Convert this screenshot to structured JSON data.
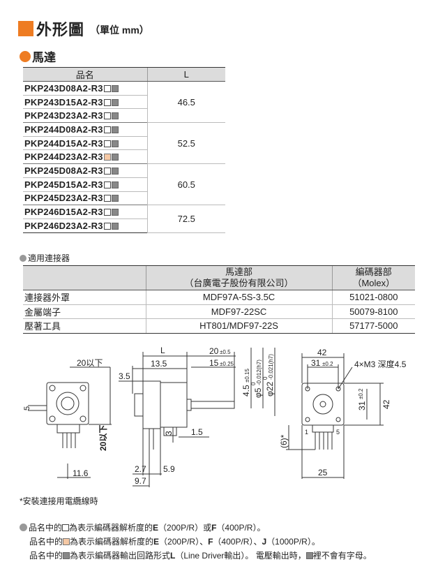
{
  "header": {
    "title": "外形圖",
    "unit": "（單位 mm）"
  },
  "motor_section": {
    "label": "馬達"
  },
  "motor_table": {
    "col_name": "品名",
    "col_l": "L",
    "rows": [
      {
        "name": "PKP243D08A2-R3",
        "l": "46.5",
        "mark": "w"
      },
      {
        "name": "PKP243D15A2-R3",
        "l": "",
        "mark": "w"
      },
      {
        "name": "PKP243D23A2-R3",
        "l": "",
        "mark": "w"
      },
      {
        "name": "PKP244D08A2-R3",
        "l": "52.5",
        "mark": "w"
      },
      {
        "name": "PKP244D15A2-R3",
        "l": "",
        "mark": "w"
      },
      {
        "name": "PKP244D23A2-R3",
        "l": "",
        "mark": "o"
      },
      {
        "name": "PKP245D08A2-R3",
        "l": "60.5",
        "mark": "w"
      },
      {
        "name": "PKP245D15A2-R3",
        "l": "",
        "mark": "w"
      },
      {
        "name": "PKP245D23A2-R3",
        "l": "",
        "mark": "w"
      },
      {
        "name": "PKP246D15A2-R3",
        "l": "72.5",
        "mark": "w"
      },
      {
        "name": "PKP246D23A2-R3",
        "l": "",
        "mark": "w"
      }
    ]
  },
  "connector_section": {
    "label": "適用連接器"
  },
  "connector_table": {
    "col_motor": "馬達部",
    "col_motor_sub": "（台廣電子股份有限公司）",
    "col_encoder": "編碼器部",
    "col_encoder_sub": "（Molex）",
    "rows": [
      {
        "label": "連接器外罩",
        "motor": "MDF97A-5S-3.5C",
        "encoder": "51021-0800"
      },
      {
        "label": "金屬端子",
        "motor": "MDF97-22SC",
        "encoder": "50079-8100"
      },
      {
        "label": "壓著工具",
        "motor": "HT801/MDF97-22S",
        "encoder": "57177-5000"
      }
    ]
  },
  "drawing": {
    "d_20max": "20以下",
    "d_5": "5",
    "d_20max_v": "20以下",
    "d_11_6": "11.6",
    "d_L": "L",
    "d_13_5": "13.5",
    "d_3_5": "3.5",
    "d_20": "20",
    "d_20_tol": "±0.5",
    "d_15": "15",
    "d_15_tol": "±0.25",
    "d_4_5": "4.5",
    "d_4_5_tol": "±0.15",
    "d_phi5": "φ5",
    "d_phi5_tol": "-0.012(h7)",
    "d_phi5_tol_up": "0",
    "d_phi22": "φ22",
    "d_phi22_tol": "-0.021(h7)",
    "d_phi22_tol_up": "0",
    "d_3": "3",
    "d_1_5": "1.5",
    "d_2_7": "2.7",
    "d_5_9": "5.9",
    "d_9_7": "9.7",
    "d_42_top": "42",
    "d_31_top": "31",
    "d_31_tol": "±0.2",
    "d_m3": "4×M3 深度4.5",
    "d_31_side": "31",
    "d_42_side": "42",
    "d_6": "(6)*",
    "d_25": "25",
    "pin_1": "1",
    "pin_5": "5"
  },
  "note_star": "*安裝連接用電纜線時",
  "notes": {
    "line1_a": "品名中的",
    "line1_b": "為表示編碼器解析度的",
    "line1_c": "E",
    "line1_d": "（200P/R）或",
    "line1_e": "F",
    "line1_f": "（400P/R）。",
    "line2_a": "品名中的",
    "line2_b": "為表示編碼器解析度的",
    "line2_c": "E",
    "line2_d": "（200P/R）、",
    "line2_e": "F",
    "line2_f": "（400P/R）、",
    "line2_g": "J",
    "line2_h": "（1000P/R）。",
    "line3_a": "品名中的",
    "line3_b": "為表示編碼器輸出回路形式",
    "line3_c": "L",
    "line3_d": "（Line Driver輸出）。 電壓輸出時，",
    "line3_e": "裡不會有字母。"
  },
  "colors": {
    "accent": "#ee7c22",
    "header_gray": "#dcdcdc",
    "box_orange": "#f6c9a5",
    "box_gray": "#888888"
  }
}
